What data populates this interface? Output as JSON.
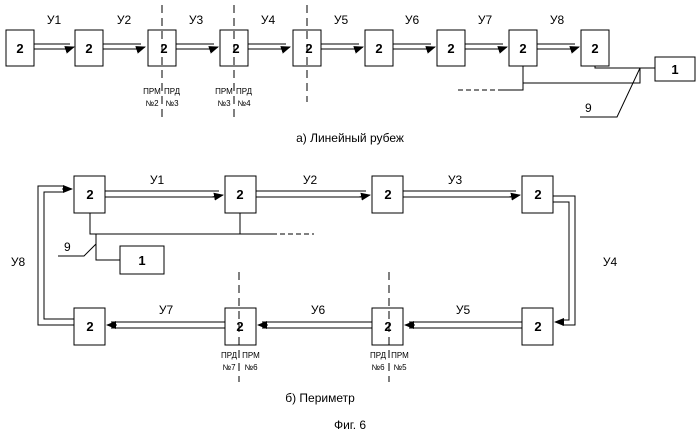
{
  "node_label": "2",
  "controller_label": "1",
  "cable_label": "9",
  "linear": {
    "segments": [
      "У1",
      "У2",
      "У3",
      "У4",
      "У5",
      "У6",
      "У7",
      "У8"
    ],
    "channels": [
      {
        "a": "ПРМ",
        "b": "ПРД",
        "na": "№2",
        "nb": "№3"
      },
      {
        "a": "ПРМ",
        "b": "ПРД",
        "na": "№3",
        "nb": "№4"
      }
    ],
    "caption": "а) Линейный рубеж"
  },
  "perimeter": {
    "segments": [
      "У1",
      "У2",
      "У3",
      "У4",
      "У5",
      "У6",
      "У7",
      "У8"
    ],
    "channels": [
      {
        "a": "ПРД",
        "b": "ПРМ",
        "na": "№7",
        "nb": "№6"
      },
      {
        "a": "ПРД",
        "b": "ПРМ",
        "na": "№6",
        "nb": "№5"
      }
    ],
    "caption": "б) Периметр"
  },
  "figure_caption": "Фиг. 6"
}
